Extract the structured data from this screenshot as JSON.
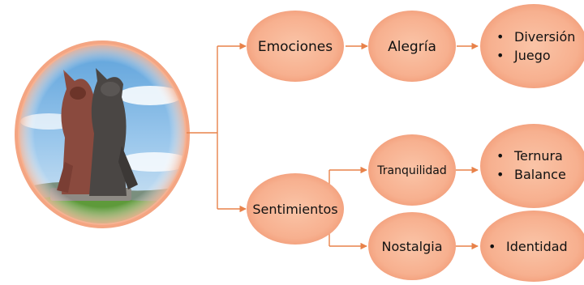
{
  "image": {
    "description_icon": "clay-dog-sculpture-photo"
  },
  "colors": {
    "node_fill": "#F8B494",
    "node_fill_light": "#FBC9AE",
    "connector": "#E8824A",
    "text": "#111111"
  },
  "nodes": {
    "emociones": "Emociones",
    "sentimientos": "Sentimientos",
    "alegria": "Alegría",
    "tranquilidad": "Tranquilidad",
    "nostalgia": "Nostalgia"
  },
  "lists": {
    "alegria_items": [
      "Diversión",
      "Juego"
    ],
    "tranquilidad_items": [
      "Ternura",
      "Balance"
    ],
    "nostalgia_items": [
      "Identidad"
    ]
  },
  "bullet": "•"
}
